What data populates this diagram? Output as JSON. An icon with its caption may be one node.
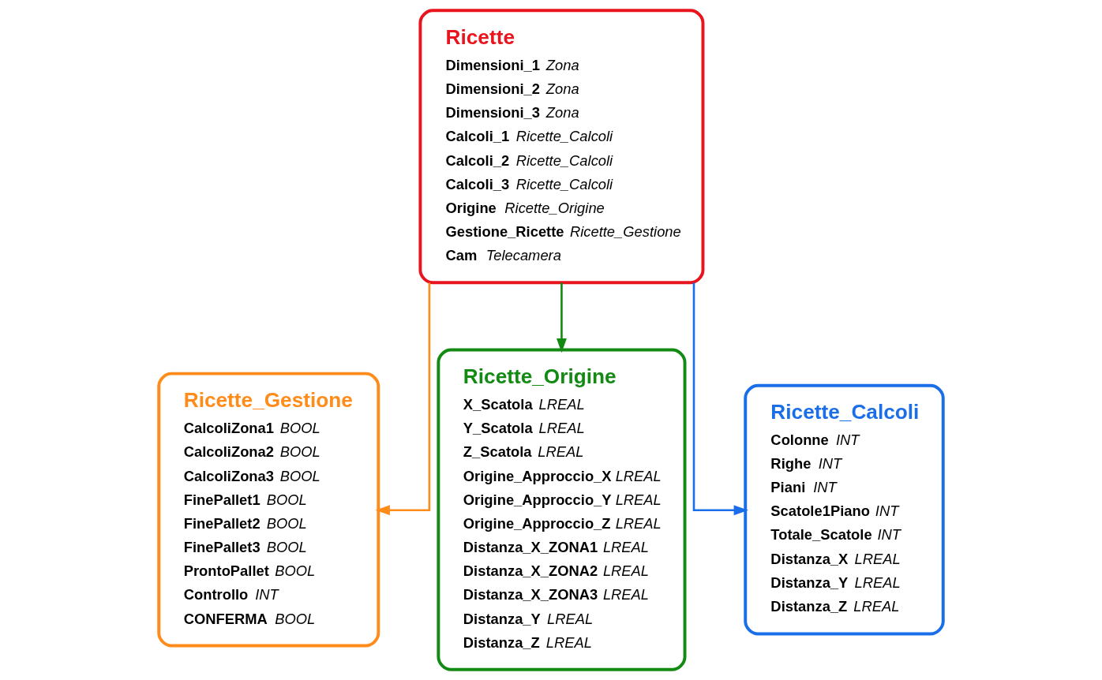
{
  "diagram": {
    "nodes": [
      {
        "text": [
          "Ricette",
          "Dimensioni_1 Zona",
          "Dimensioni_2 Zona",
          "Dimensioni_3 Zona",
          "Calcoli_1 Ricette_Calcoli",
          "Calcoli_2 Ricette_Calcoli",
          "Calcoli_3 Ricette_Calcoli",
          "Origine Ricette_Origine",
          "Gestione_Ricette Ricette_Gestione",
          "Cam Telecamera"
        ]
      },
      {
        "text": [
          "Ricette_Gestione",
          "CalcoliZona1 BOOL",
          "CalcoliZona2 BOOL",
          "CalcoliZona3 BOOL",
          "FinePallet1 BOOL",
          "FinePallet2 BOOL",
          "FinePallet3 BOOL",
          "ProntoPallet BOOL",
          "Controllo INT",
          "CONFERMA BOOL"
        ]
      },
      {
        "text": [
          "Ricette_Origine",
          "X_Scatola LREAL",
          "Y_Scatola LREAL",
          "Z_Scatola LREAL",
          "Origine_Approccio_X LREAL",
          "Origine_Approccio_Y LREAL",
          "Origine_Approccio_Z LREAL",
          "Distanza_X_ZONA1 LREAL",
          "Distanza_X_ZONA2 LREAL",
          "Distanza_X_ZONA3 LREAL",
          "Distanza_Y LREAL",
          "Distanza_Z LREAL"
        ]
      },
      {
        "text": [
          "Ricette_Calcoli",
          "Colonne INT",
          "Righe INT",
          "Piani INT",
          "Scatole1Piano INT",
          "Totale_Scatole INT",
          "Distanza_X LREAL",
          "Distanza_Y LREAL",
          "Distanza_Z LREAL"
        ]
      }
    ],
    "edges": [
      {
        "from": 0,
        "to": 1,
        "arrow": "to",
        "color": "#ff8c1a"
      },
      {
        "from": 0,
        "to": 2,
        "arrow": "to",
        "color": "#138a13"
      },
      {
        "from": 0,
        "to": 3,
        "arrow": "to",
        "color": "#1a6fe8"
      }
    ]
  }
}
